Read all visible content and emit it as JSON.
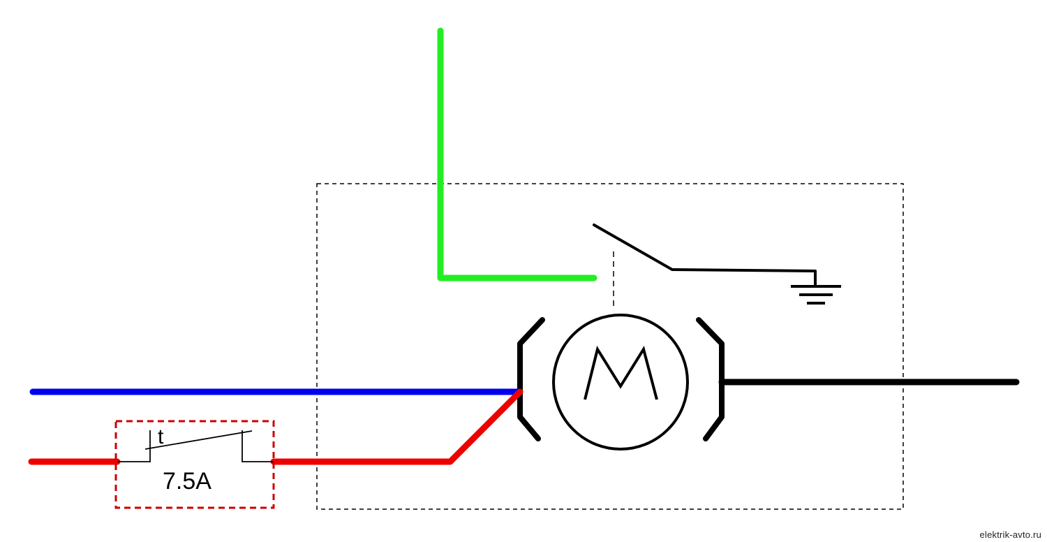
{
  "diagram": {
    "fuse": {
      "rating_label": "7.5A",
      "thermal_label": "t"
    },
    "motor": {
      "symbol_label": "M"
    },
    "colors": {
      "blue_wire": "#0000ee",
      "red_wire": "#ee0000",
      "green_wire": "#22ee22",
      "black_wire": "#000000",
      "fuse_border": "#cc0000",
      "housing_border": "#000000"
    }
  },
  "watermark": "elektrik-avto.ru"
}
